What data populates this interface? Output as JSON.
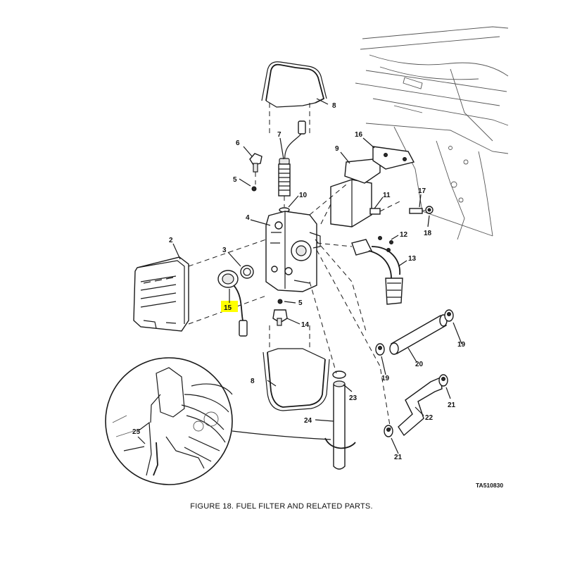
{
  "figure": {
    "caption": "FIGURE 18. FUEL FILTER AND RELATED PARTS.",
    "reference": "TA510830",
    "highlight_color": "#ffff00"
  },
  "callouts": {
    "c2": "2",
    "c3": "3",
    "c4": "4",
    "c5a": "5",
    "c5b": "5",
    "c6": "6",
    "c7": "7",
    "c8a": "8",
    "c8b": "8",
    "c9": "9",
    "c10": "10",
    "c11": "11",
    "c12": "12",
    "c13": "13",
    "c14": "14",
    "c15": "15",
    "c16": "16",
    "c17": "17",
    "c18": "18",
    "c19a": "19",
    "c19b": "19",
    "c20": "20",
    "c21a": "21",
    "c21b": "21",
    "c22": "22",
    "c23": "23",
    "c24": "24",
    "c25": "25"
  }
}
